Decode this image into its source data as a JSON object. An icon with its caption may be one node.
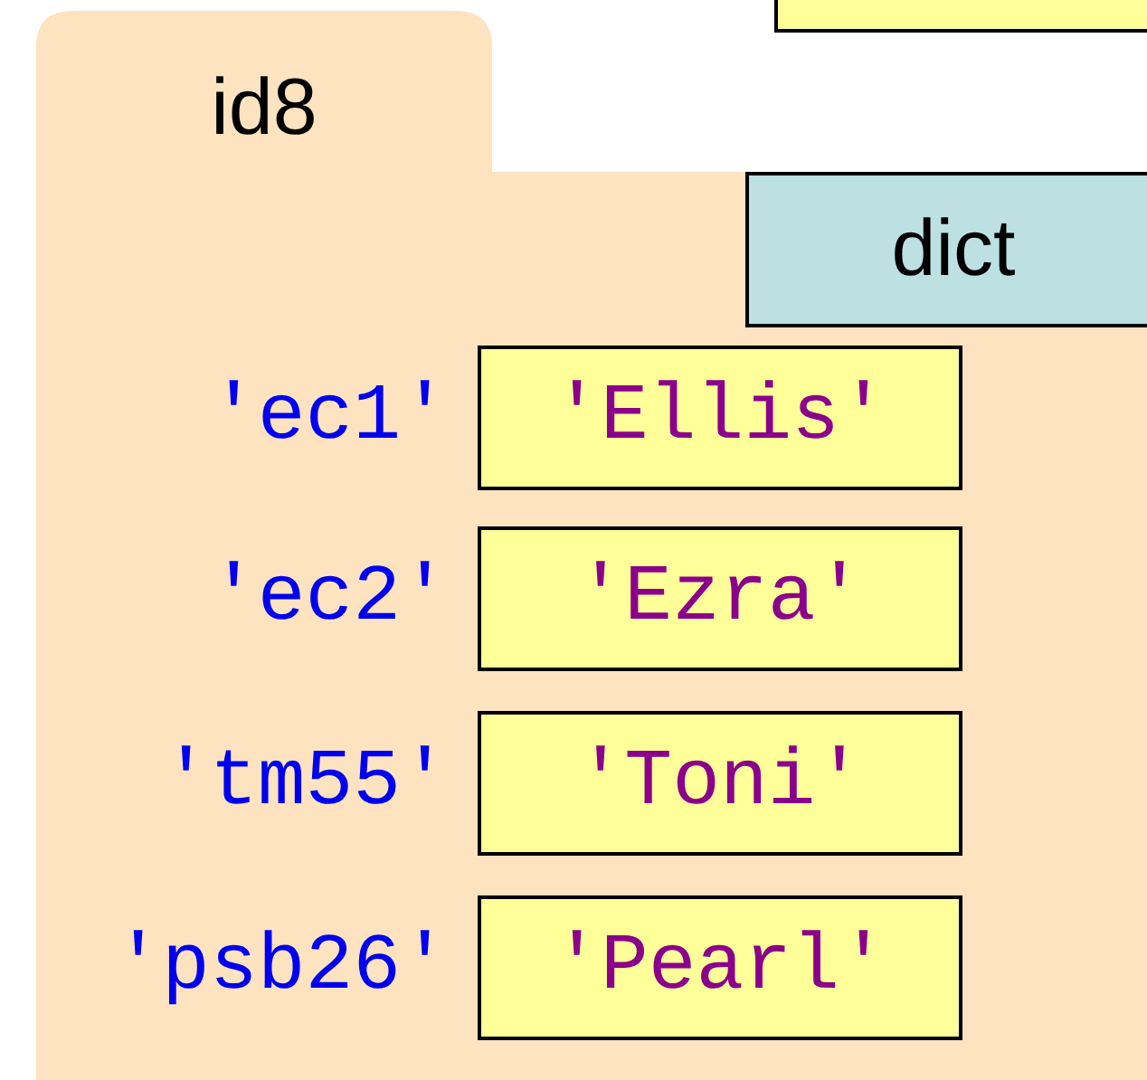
{
  "diagram": {
    "nodes": [
      {
        "text": [],
        "shape": "box"
      },
      {
        "text": [
          "id8"
        ]
      },
      {
        "text": [
          "dict"
        ],
        "in": 1
      },
      {
        "text": [
          "'Ellis'"
        ],
        "in": 1,
        "beside": [
          "'ec1'"
        ]
      },
      {
        "text": [
          "'Ezra'"
        ],
        "in": 1,
        "beside": [
          "'ec2'"
        ]
      },
      {
        "text": [
          "'Toni'"
        ],
        "in": 1,
        "beside": [
          "'tm55'"
        ]
      },
      {
        "text": [
          "'Pearl'"
        ],
        "in": 1,
        "beside": [
          "'psb26'"
        ]
      }
    ]
  }
}
